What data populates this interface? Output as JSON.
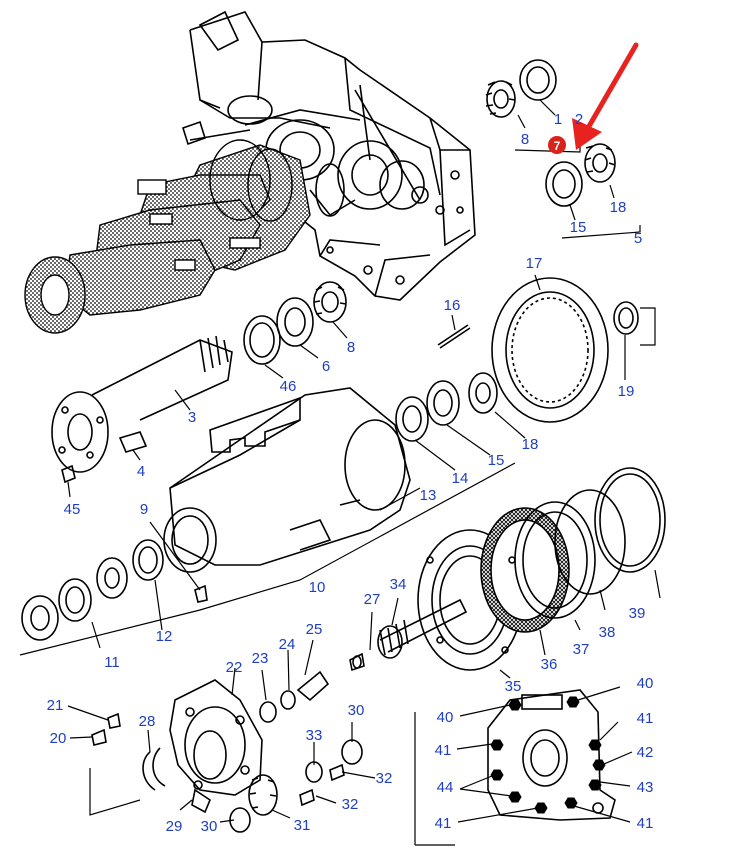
{
  "diagram": {
    "callouts": [
      {
        "label": "1"
      },
      {
        "label": "2"
      },
      {
        "label": "8"
      },
      {
        "label": "15"
      },
      {
        "label": "18"
      },
      {
        "label": "5"
      },
      {
        "label": "17"
      },
      {
        "label": "16"
      },
      {
        "label": "19"
      },
      {
        "label": "6"
      },
      {
        "label": "8"
      },
      {
        "label": "46"
      },
      {
        "label": "3"
      },
      {
        "label": "4"
      },
      {
        "label": "45"
      },
      {
        "label": "18"
      },
      {
        "label": "15"
      },
      {
        "label": "14"
      },
      {
        "label": "13"
      },
      {
        "label": "9"
      },
      {
        "label": "10"
      },
      {
        "label": "12"
      },
      {
        "label": "11"
      },
      {
        "label": "27"
      },
      {
        "label": "34"
      },
      {
        "label": "35"
      },
      {
        "label": "36"
      },
      {
        "label": "37"
      },
      {
        "label": "38"
      },
      {
        "label": "39"
      },
      {
        "label": "25"
      },
      {
        "label": "24"
      },
      {
        "label": "23"
      },
      {
        "label": "22"
      },
      {
        "label": "21"
      },
      {
        "label": "20"
      },
      {
        "label": "28"
      },
      {
        "label": "29"
      },
      {
        "label": "30"
      },
      {
        "label": "31"
      },
      {
        "label": "32"
      },
      {
        "label": "33"
      },
      {
        "label": "30"
      },
      {
        "label": "32"
      },
      {
        "label": "40"
      },
      {
        "label": "40"
      },
      {
        "label": "41"
      },
      {
        "label": "41"
      },
      {
        "label": "42"
      },
      {
        "label": "43"
      },
      {
        "label": "44"
      },
      {
        "label": "41"
      },
      {
        "label": "41"
      }
    ],
    "marker": {
      "label": "7"
    },
    "colors": {
      "callout_text": "#1f3fbf",
      "line": "#000000",
      "marker": "#d8231c",
      "arrow": "#e8221e",
      "hatch": "#000000"
    }
  }
}
